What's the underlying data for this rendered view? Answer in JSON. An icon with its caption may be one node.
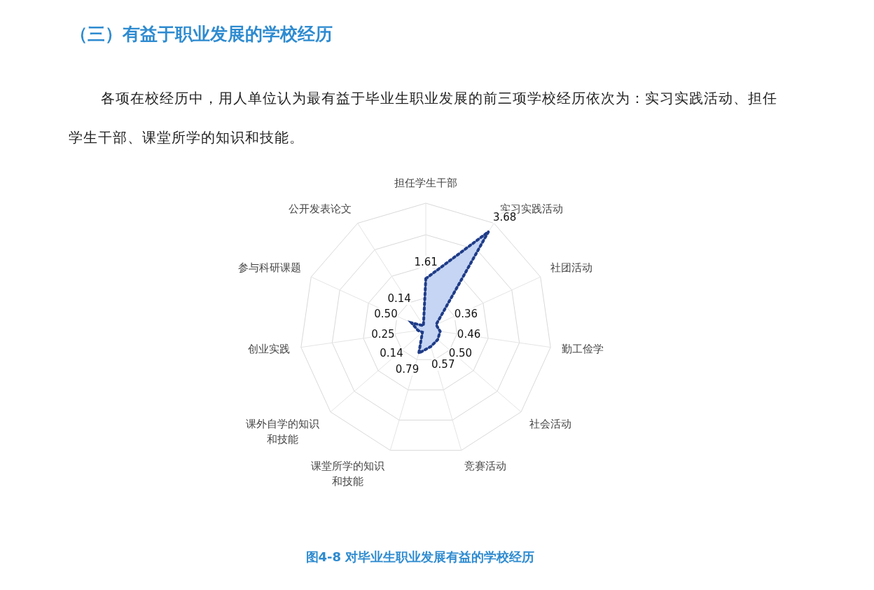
{
  "diagram": {
    "title": "（三）有益于职业发展的学校经历",
    "caption": "图4-8 对毕业生职业发展有益的学校经历",
    "labels": [
      "各项在校经历中，用人单位认为最有益于毕业生职业发展的前三项学校经历依次为：实习实践活动、担任学生干部、课堂所学的知识和技能。",
      "担任学生干部",
      "实习实践活动",
      "社团活动",
      "勤工俭学",
      "社会活动",
      "竞赛活动",
      "课堂所学的知识和技能",
      "课外自学的知识和技能",
      "创业实践",
      "参与科研课题",
      "公开发表论文",
      "1.61",
      "3.68",
      "0.36",
      "0.46",
      "0.50",
      "0.57",
      "0.79",
      "0.14",
      "0.25",
      "0.50",
      "0.14"
    ]
  }
}
